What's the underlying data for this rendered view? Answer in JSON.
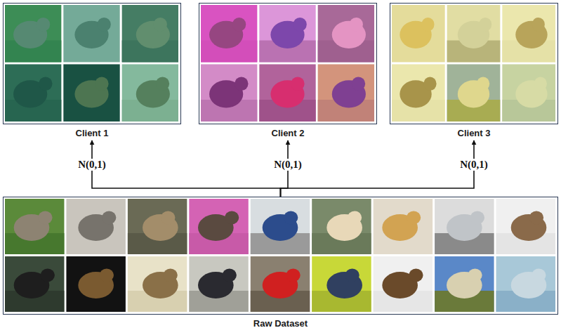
{
  "diagram": {
    "nodes": [
      {
        "text": [
          "Client 1"
        ]
      },
      {
        "text": [
          "Client 2"
        ]
      },
      {
        "text": [
          "Client 3"
        ]
      },
      {
        "text": [
          "Raw Dataset"
        ]
      }
    ],
    "edges": [
      {
        "from": 3,
        "to": 0,
        "label": "N(0,1)",
        "arrow": "to"
      },
      {
        "from": 3,
        "to": 1,
        "label": "N(0,1)",
        "arrow": "to"
      },
      {
        "from": 3,
        "to": 2,
        "label": "N(0,1)",
        "arrow": "to"
      }
    ]
  }
}
